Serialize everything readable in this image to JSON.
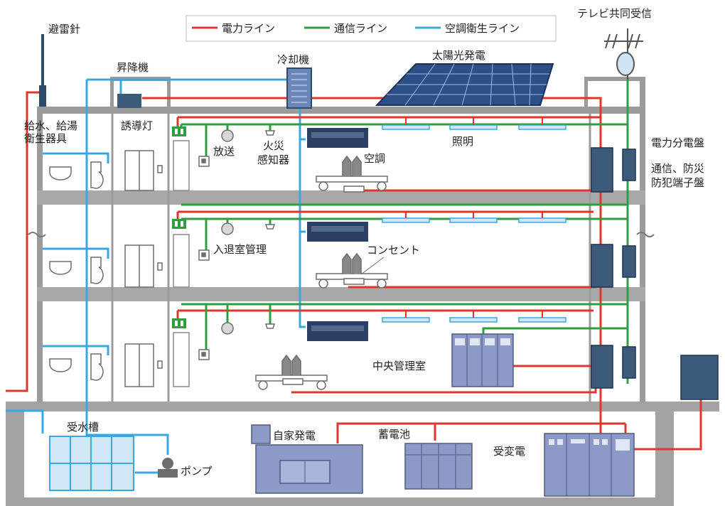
{
  "legend": {
    "power": "電力ライン",
    "comm": "通信ライン",
    "hvac": "空調衛生ライン"
  },
  "labels": {
    "lightning_rod": "避雷針",
    "elevator": "昇降機",
    "chiller": "冷却機",
    "solar": "太陽光発電",
    "tv_antenna": "テレビ共同受信",
    "water_supply_1": "給水、給湯",
    "water_supply_2": "衛生器具",
    "guide_light": "誘導灯",
    "broadcast": "放送",
    "fire_detector_1": "火災",
    "fire_detector_2": "感知器",
    "air_conditioning": "空調",
    "lighting": "照明",
    "power_panel": "電力分電盤",
    "comm_panel_1": "通信、防災",
    "comm_panel_2": "防犯端子盤",
    "access_control": "入退室管理",
    "outlet": "コンセント",
    "central_control": "中央管理室",
    "water_tank": "受水槽",
    "pump": "ポンプ",
    "generator": "自家発電",
    "battery": "蓄電池",
    "substation": "受変電"
  },
  "colors": {
    "power": "#e0362c",
    "comm": "#2e9e3e",
    "hvac": "#3aa7e0",
    "structure": "#8a8a8a",
    "slab": "#999999",
    "equipment": "#3c5a7a",
    "equipment_light": "#8d9ac8"
  }
}
